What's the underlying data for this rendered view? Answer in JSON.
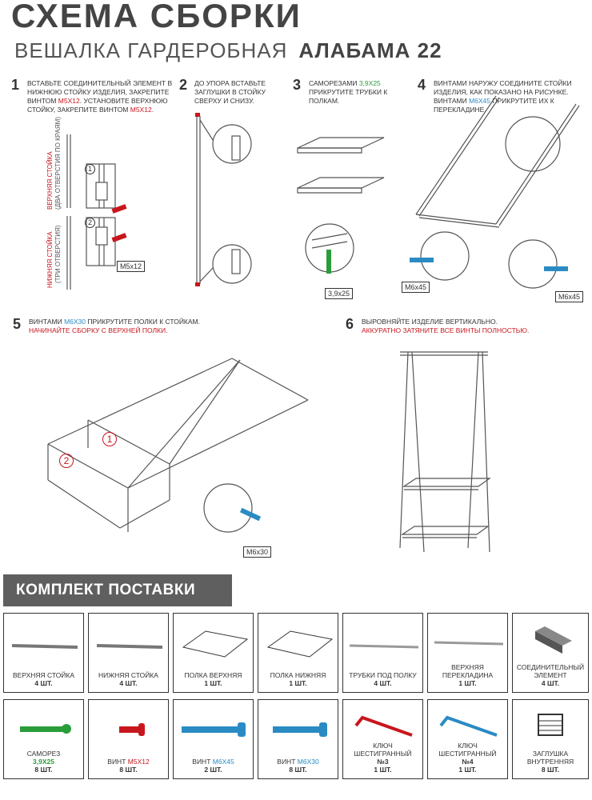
{
  "title": "СХЕМА СБОРКИ",
  "subtitle": "ВЕШАЛКА ГАРДЕРОБНАЯ",
  "model": "АЛАБАМА 22",
  "steps": [
    {
      "num": "1",
      "text_a": "Вставьте соединительный элемент в нижнюю стойку изделия, закрепите винтом ",
      "screw_a": "М5х12",
      "text_b": ". Установите верхнюю стойку, закрепите винтом ",
      "screw_b": "М5х12",
      "text_c": "."
    },
    {
      "num": "2",
      "text": "До упора вставьте заглушки в стойку сверху и снизу."
    },
    {
      "num": "3",
      "text_a": "Саморезами ",
      "screw": "3,9х25",
      "text_b": " прикрутите трубки к полкам."
    },
    {
      "num": "4",
      "text_a": "Винтами наружу соедините стойки изделия, как показано на рисунке. Винтами ",
      "screw": "М6х45",
      "text_b": " прикрутите их к перекладине."
    },
    {
      "num": "5",
      "text_a": "Винтами ",
      "screw": "М6х30",
      "text_b": " прикрутите полки к стойкам.",
      "warn": "Начинайте сборку с верхней полки."
    },
    {
      "num": "6",
      "text": "Выровняйте изделие вертикально.",
      "warn": "Аккуратно затяните все винты полностью."
    }
  ],
  "labels": {
    "upper_post": "ВЕРХНЯЯ СТОЙКА",
    "upper_post_note": "(ДВА ОТВЕРСТИЯ ПО КРАЯМ)",
    "lower_post": "НИЖНЯЯ СТОЙКА",
    "lower_post_note": "(ТРИ ОТВЕРСТИЯ)",
    "m5x12": "M5x12",
    "s3925": "3,9х25",
    "m6x45_a": "М6х45",
    "m6x45_b": "М6х45",
    "m6x30": "М6х30",
    "callout1": "1",
    "callout2": "2",
    "callout1b": "1",
    "callout2b": "2"
  },
  "kit": {
    "heading": "КОМПЛЕКТ ПОСТАВКИ",
    "items": [
      {
        "name": "Верхняя стойка",
        "qty": "4 шт."
      },
      {
        "name": "Нижняя стойка",
        "qty": "4 шт."
      },
      {
        "name": "Полка верхняя",
        "qty": "1 шт."
      },
      {
        "name": "Полка нижняя",
        "qty": "1 шт."
      },
      {
        "name": "Трубки под полку",
        "qty": "4 шт."
      },
      {
        "name": "Верхняя перекладина",
        "qty": "1 шт."
      },
      {
        "name": "Соединительный элемент",
        "qty": "4 шт."
      },
      {
        "name": "Саморез",
        "size": "3,9х25",
        "qty": "8 шт."
      },
      {
        "name": "Винт ",
        "size": "М5х12",
        "qty": "8 шт."
      },
      {
        "name": "Винт ",
        "size": "М6х45",
        "qty": "2 шт."
      },
      {
        "name": "Винт ",
        "size": "М6х30",
        "qty": "8 шт."
      },
      {
        "name": "Ключ шестигранный",
        "size": "№3",
        "qty": "1 шт."
      },
      {
        "name": "Ключ шестигранный",
        "size": "№4",
        "qty": "1 шт."
      },
      {
        "name": "Заглушка внутренняя",
        "qty": "8 шт."
      }
    ]
  },
  "colors": {
    "red": "#c8161d",
    "green": "#2a9d3a",
    "blue": "#2a8bc4",
    "header_bg": "#5f5f5f"
  }
}
